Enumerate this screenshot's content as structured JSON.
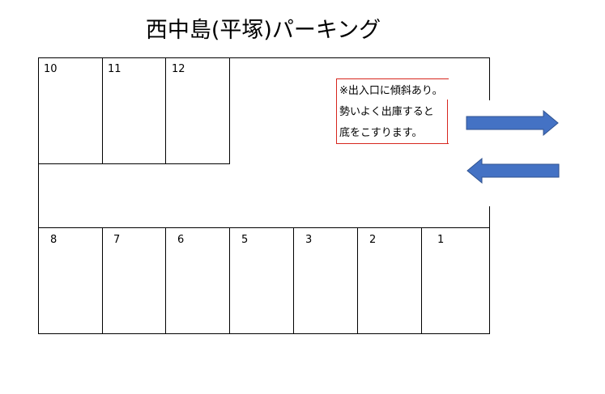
{
  "title": "西中島(平塚)パーキング",
  "spaces_top": [
    "10",
    "11",
    "12"
  ],
  "spaces_bottom": [
    "8",
    "7",
    "6",
    "5",
    "3",
    "2",
    "1"
  ],
  "note": {
    "lines": [
      "※出入口に傾斜あり。",
      "勢いよく出庫すると",
      "底をこすります。"
    ]
  },
  "colors": {
    "note_border": "#d7261e",
    "arrow_fill": "#4472c4",
    "arrow_stroke": "#2f528f"
  },
  "icons": {
    "enter_arrow": "arrow-right-icon",
    "exit_arrow": "arrow-left-icon"
  }
}
